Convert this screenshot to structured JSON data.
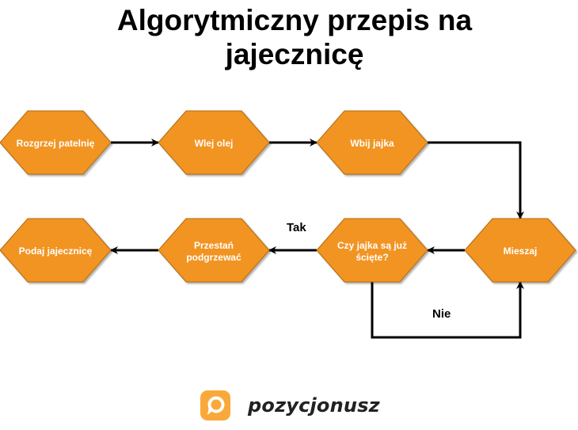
{
  "title": {
    "line1": "Algorytmiczny przepis na",
    "line2": "jajecznicę"
  },
  "colors": {
    "node_fill": "#F29423",
    "node_stroke": "#b06a10",
    "edge": "#000000",
    "logo": "#F9A93A"
  },
  "nodes": [
    {
      "id": "rozgrzej",
      "lines": [
        "Rozgrzej patelnię"
      ]
    },
    {
      "id": "wlej",
      "lines": [
        "Wlej olej"
      ]
    },
    {
      "id": "wbij",
      "lines": [
        "Wbij jajka"
      ]
    },
    {
      "id": "mieszaj",
      "lines": [
        "Mieszaj"
      ]
    },
    {
      "id": "czy",
      "lines": [
        "Czy jajka są już",
        "ścięte?"
      ]
    },
    {
      "id": "przestan",
      "lines": [
        "Przestań",
        "podgrzewać"
      ]
    },
    {
      "id": "podaj",
      "lines": [
        "Podaj jajecznicę"
      ]
    }
  ],
  "edges": [
    {
      "from": "rozgrzej",
      "to": "wlej",
      "label": ""
    },
    {
      "from": "wlej",
      "to": "wbij",
      "label": ""
    },
    {
      "from": "wbij",
      "to": "mieszaj",
      "label": ""
    },
    {
      "from": "mieszaj",
      "to": "czy",
      "label": ""
    },
    {
      "from": "czy",
      "to": "przestan",
      "label": "Tak"
    },
    {
      "from": "czy",
      "to": "mieszaj",
      "label": "Nie"
    },
    {
      "from": "przestan",
      "to": "podaj",
      "label": ""
    }
  ],
  "logo": {
    "text": "pozycjonusz"
  }
}
